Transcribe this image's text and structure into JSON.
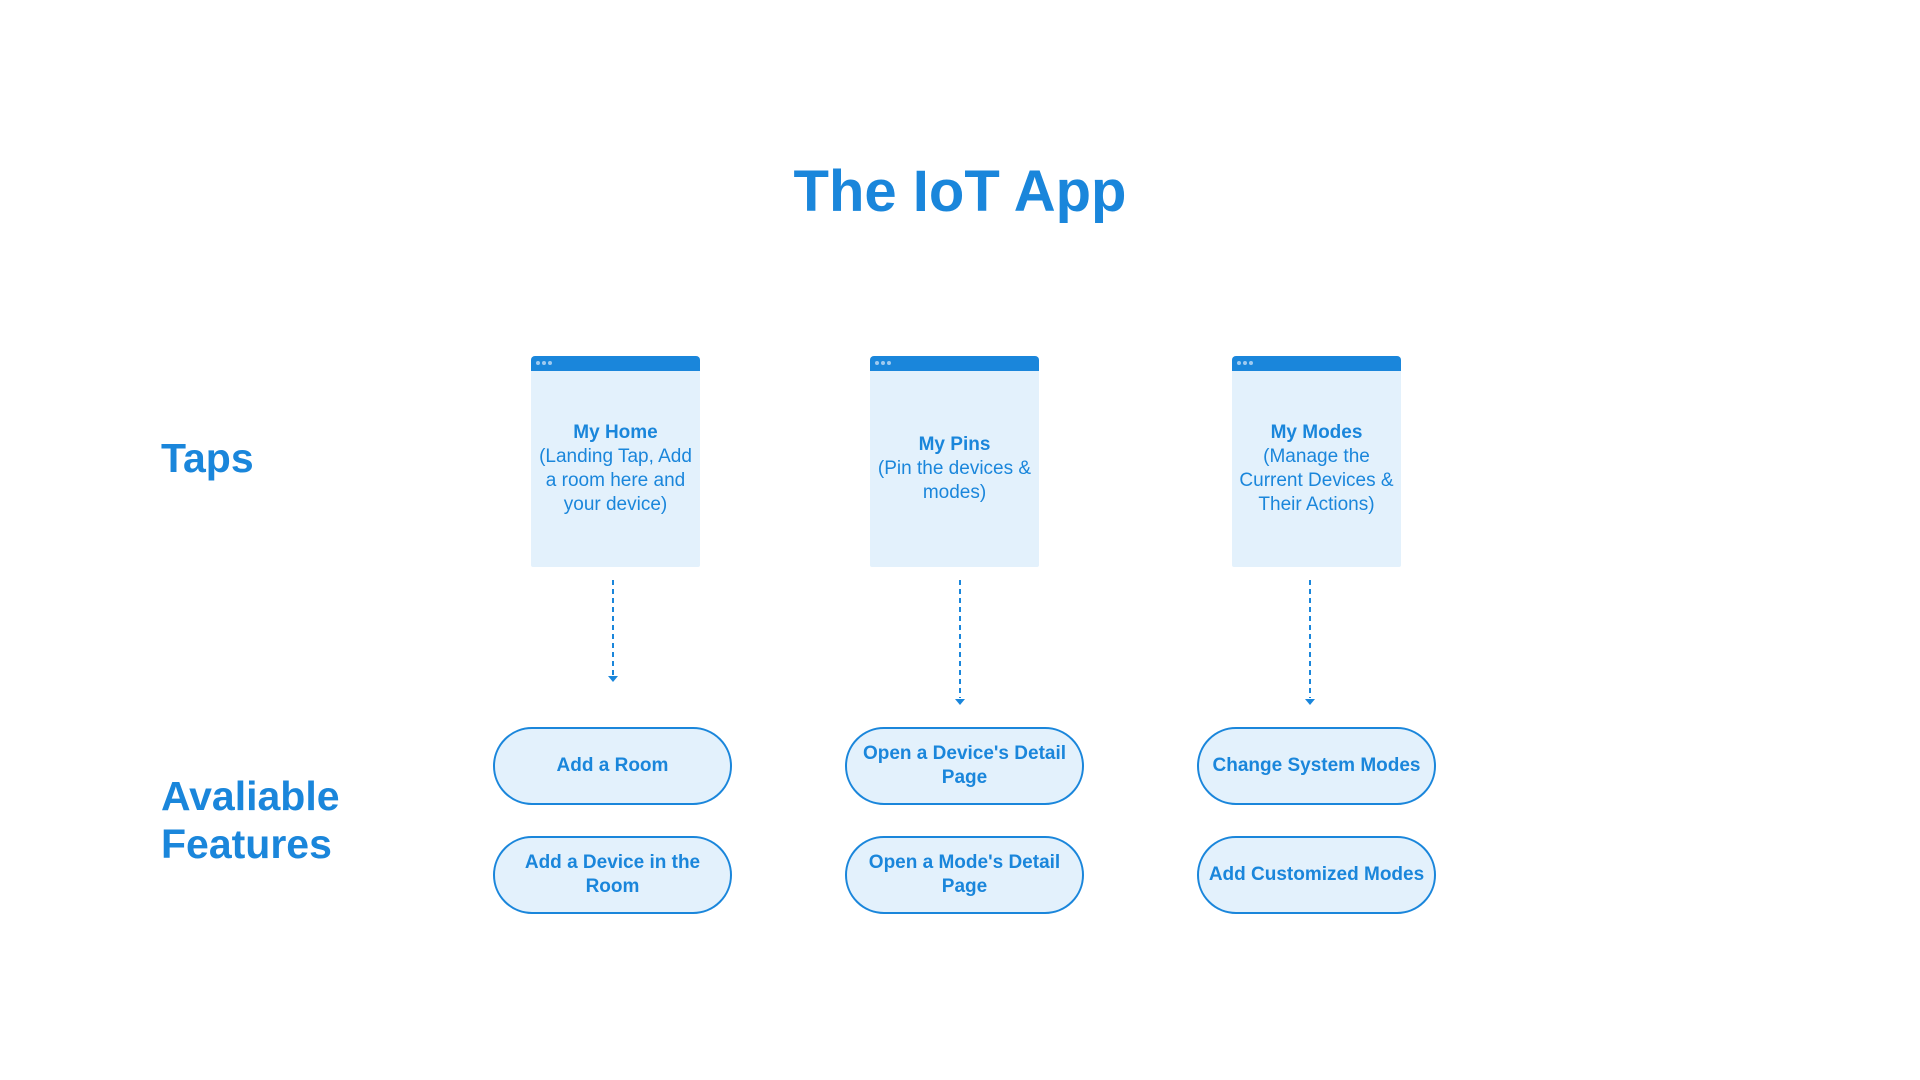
{
  "title": "The IoT App",
  "labels": {
    "taps": "Taps",
    "features_line1": "Avaliable",
    "features_line2": "Features"
  },
  "colors": {
    "accent": "#1a86db",
    "fill": "#e3f1fc"
  },
  "tabs": [
    {
      "title": "My Home",
      "description": "(Landing Tap, Add a room here and your device)"
    },
    {
      "title": "My Pins",
      "description": "(Pin the devices & modes)"
    },
    {
      "title": "My Modes",
      "description": "(Manage the Current Devices & Their Actions)"
    }
  ],
  "features": [
    [
      "Add a Room",
      "Add a Device in the Room"
    ],
    [
      "Open a Device's Detail Page",
      "Open a Mode's Detail Page"
    ],
    [
      "Change System Modes",
      "Add Customized Modes"
    ]
  ]
}
